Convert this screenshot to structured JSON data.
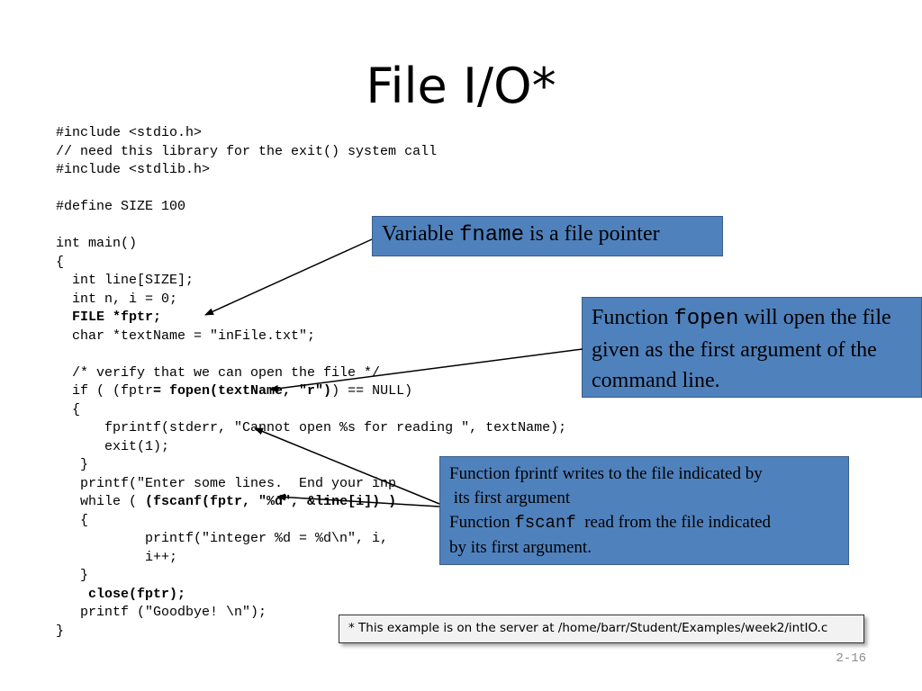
{
  "slide": {
    "title": "File I/O*",
    "page_number": "2-16"
  },
  "code_lines": [
    "#include <stdio.h>",
    "// need this library for the exit() system call",
    "#include <stdlib.h>",
    "",
    "#define SIZE 100",
    "",
    "int main()",
    "{",
    "  int line[SIZE];",
    "  int n, i = 0;",
    "  FILE *fptr;",
    "  char *textName = \"inFile.txt\";",
    "",
    "  /* verify that we can open the file */",
    "  if ( (fptr= fopen(textName, \"r\")) == NULL)",
    "  {",
    "      fprintf(stderr, \"Cannot open %s for reading \", textName);",
    "      exit(1);",
    "   }",
    "   printf(\"Enter some lines.  End your inp",
    "   while ( (fscanf(fptr, \"%d\", &line[i]) )",
    "   {",
    "           printf(\"integer %d = %d\\n\", i,",
    "           i++;",
    "   }",
    "    close(fptr);",
    "   printf (\"Goodbye! \\n\");",
    "}"
  ],
  "code_highlights": {
    "file_decl": "FILE *fptr;",
    "if_pre": "  if ( (fptr",
    "if_bold": "= fopen(textName, \"r\")",
    "if_post": ") == NULL)",
    "while_pre": "   while ( ",
    "while_bold": "(fscanf(fptr, \"%d\", &line[i]) )",
    "close_call": "close(fptr);"
  },
  "callouts": {
    "fname": {
      "prefix": "Variable ",
      "code": "fname",
      "suffix": " is a file pointer"
    },
    "fopen": {
      "prefix": "Function ",
      "code": "fopen",
      "suffix": " will open the file given as the first argument of the command line."
    },
    "fprintf_fscanf": {
      "line1": "Function fprintf writes to the file indicated by",
      "line2": " its first argument",
      "line3_prefix": "Function ",
      "line3_code": "fscanf",
      "line3_suffix": "  read from the file indicated",
      "line4": "by its first argument."
    }
  },
  "footnote": "*  This example is on the server at /home/barr/Student/Examples/week2/intIO.c",
  "colors": {
    "callout_fill": "#4f81bd",
    "callout_border": "#385d8a",
    "note_fill": "#f2f2f2",
    "page_number": "#8c8c8c"
  }
}
